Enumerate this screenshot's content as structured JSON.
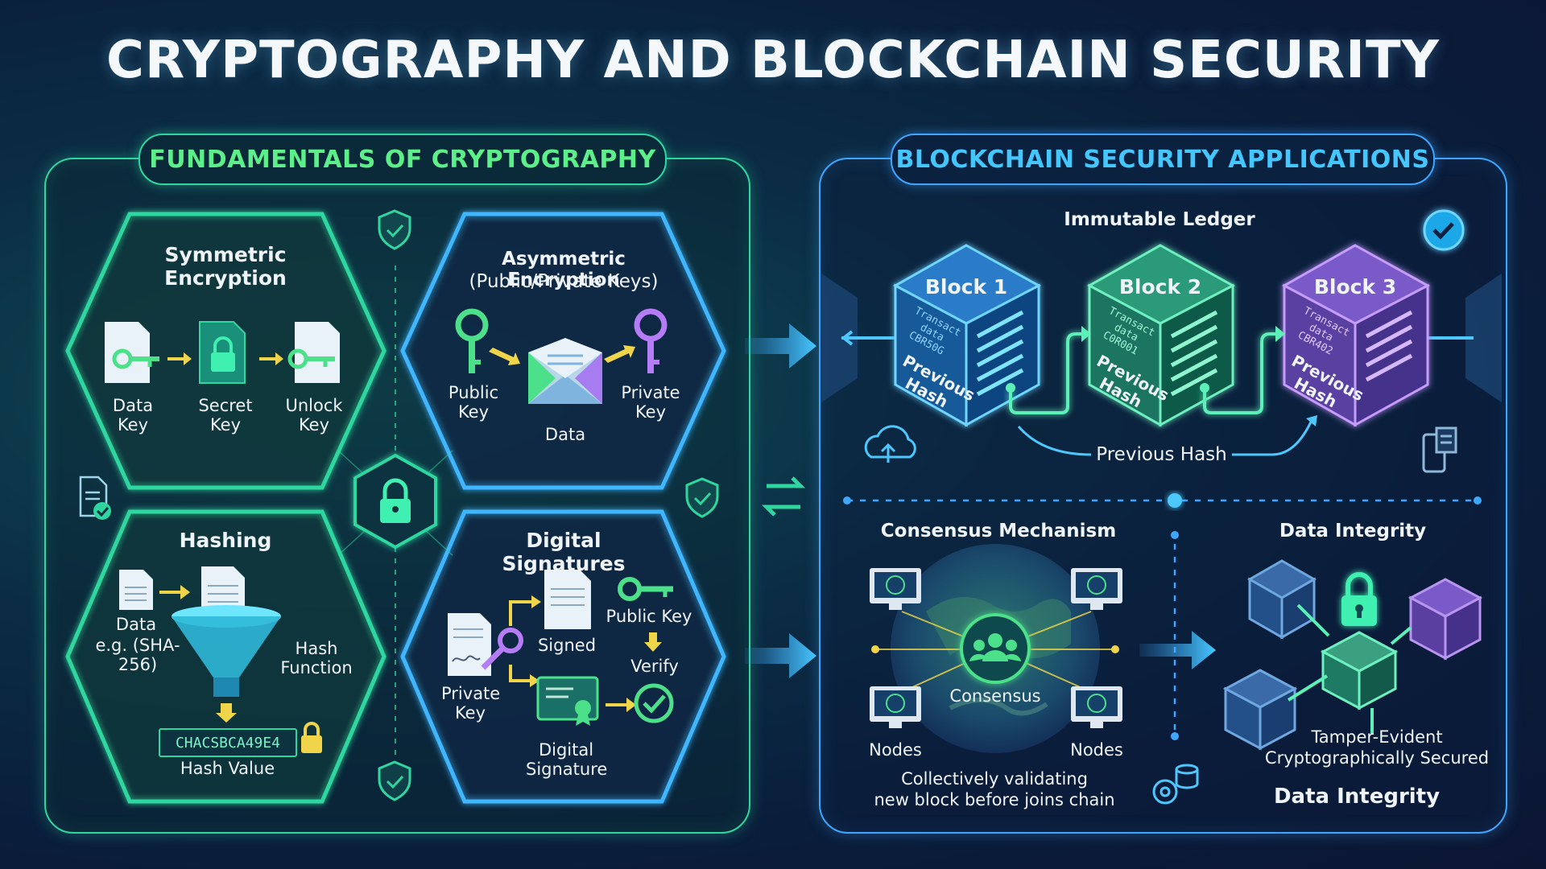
{
  "title": "CRYPTOGRAPHY AND BLOCKCHAIN SECURITY",
  "colors": {
    "green": "#2fd6a0",
    "blue": "#3fa6ff",
    "purple": "#a77cf0"
  },
  "left_panel": {
    "heading": "FUNDAMENTALS OF CRYPTOGRAPHY",
    "symmetric": {
      "title": "Symmetric Encryption",
      "data_key": "Data Key",
      "secret_key": "Secret Key",
      "unlock_key": "Unlock Key"
    },
    "asymmetric": {
      "title_line1": "Asymmetric Encryption",
      "title_line2": "(Public/Private Keys)",
      "public_key": "Public Key",
      "data": "Data",
      "private_key": "Private Key"
    },
    "hashing": {
      "title": "Hashing",
      "data": "Data",
      "example": "e.g. (SHA-256)",
      "function": "Hash Function",
      "hash_code": "CHACSBCA49E4",
      "hash_value": "Hash Value"
    },
    "signatures": {
      "title": "Digital Signatures",
      "signed": "Signed",
      "public_key": "Public Key",
      "verify": "Verify",
      "private_key": "Private Key",
      "digital_signature": "Digital Signature"
    }
  },
  "right_panel": {
    "heading": "BLOCKCHAIN SECURITY APPLICATIONS",
    "ledger": {
      "title": "Immutable Ledger",
      "blocks": [
        {
          "name": "Block 1",
          "data": "Transact data CBR50G",
          "hash": "Previous Hash"
        },
        {
          "name": "Block 2",
          "data": "Transact data C0R001",
          "hash": "Previous Hash"
        },
        {
          "name": "Block 3",
          "data": "Transact data CBR402",
          "hash": "Previous Hash"
        }
      ],
      "link_label": "Previous Hash"
    },
    "consensus": {
      "title": "Consensus Mechanism",
      "center": "Consensus",
      "nodes_left": "Nodes",
      "nodes_right": "Nodes",
      "caption_line1": "Collectively validating",
      "caption_line2": "new block before joins chain"
    },
    "integrity": {
      "title": "Data Integrity",
      "line1": "Tamper-Evident",
      "line2": "Cryptographically Secured",
      "footer": "Data Integrity"
    }
  }
}
